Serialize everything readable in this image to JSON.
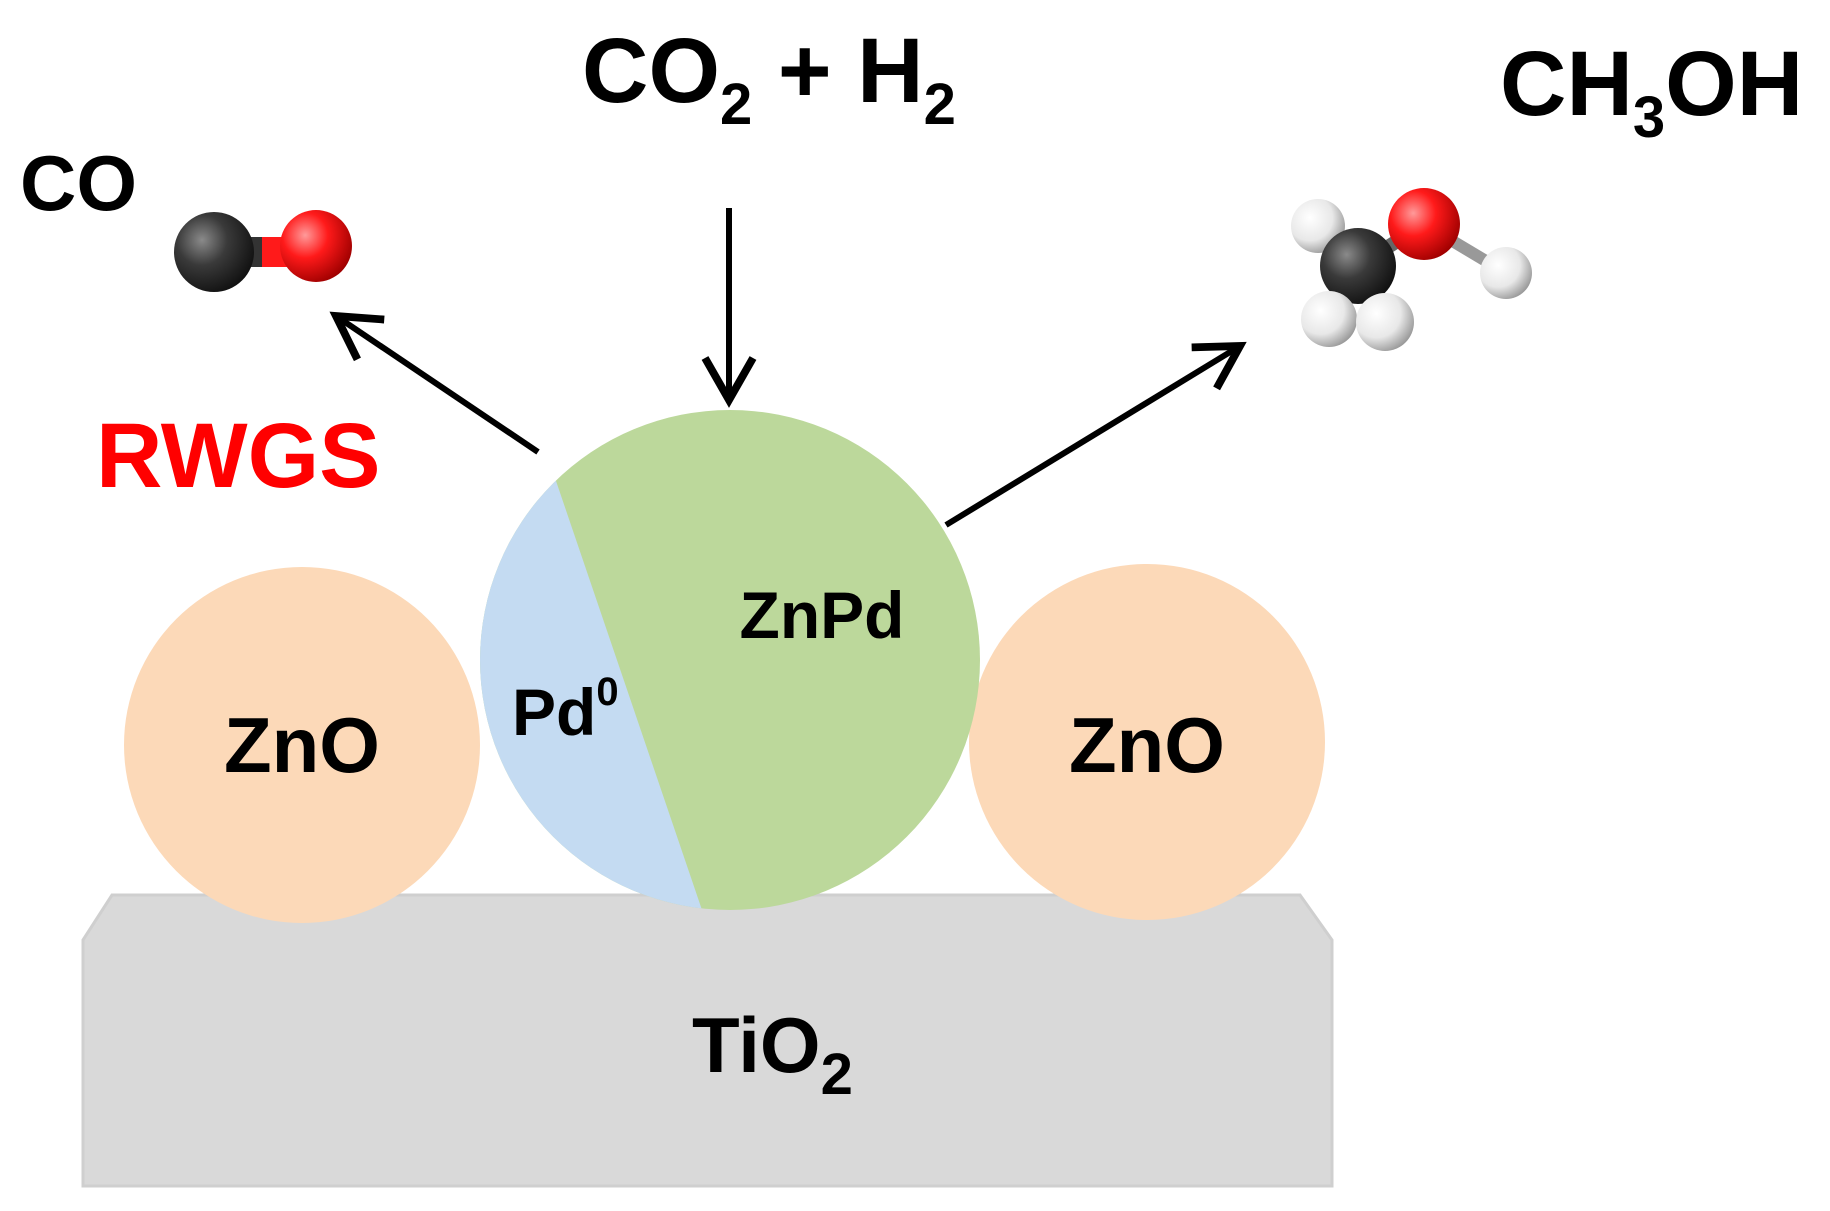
{
  "reactants": {
    "co2": "CO",
    "co2_sub": "2",
    "plus": " + ",
    "h2": "H",
    "h2_sub": "2"
  },
  "product_methanol": {
    "ch": "CH",
    "ch_sub": "3",
    "oh": "OH"
  },
  "product_co": "CO",
  "pathway_label": "RWGS",
  "particles": {
    "zno_left": "ZnO",
    "zno_right": "ZnO",
    "znpd": "ZnPd",
    "pd": "Pd",
    "pd_sup": "0"
  },
  "support": {
    "tio": "TiO",
    "tio_sub": "2"
  },
  "colors": {
    "zno": "#fcd9b8",
    "znpd": "#bcd89b",
    "pd": "#c4dbf2",
    "support": "#d9d9d9",
    "rwgs": "#ff0000",
    "carbon": "#333333",
    "oxygen": "#ff0000",
    "hydrogen": "#ffffff"
  }
}
